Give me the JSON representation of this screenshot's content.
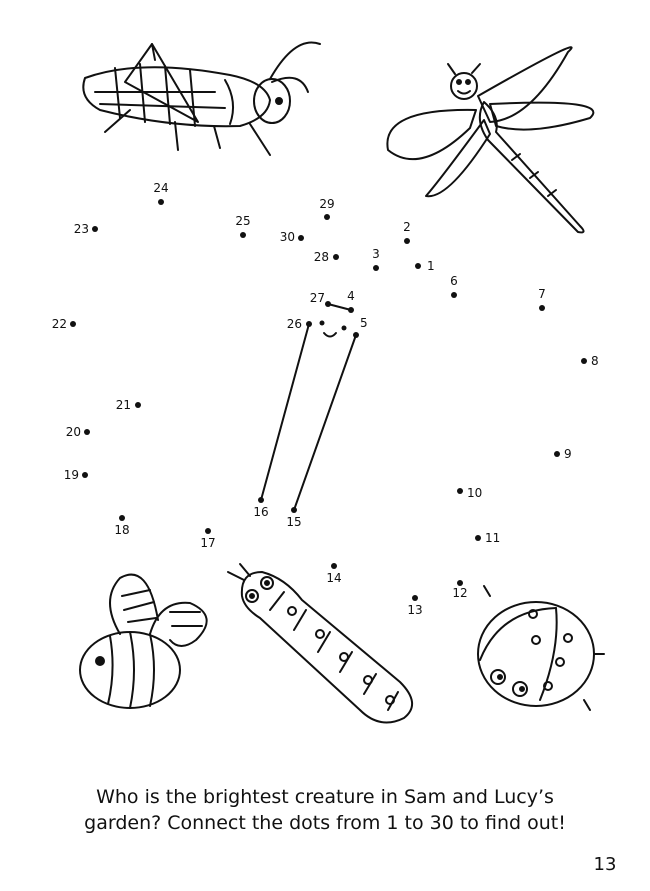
{
  "worksheet": {
    "caption_line1": "Who is the brightest creature in Sam and Lucy’s",
    "caption_line2": "garden? Connect the dots from 1 to 30 to find out!",
    "page_number": "13",
    "dots": [
      "1",
      "2",
      "3",
      "4",
      "5",
      "6",
      "7",
      "8",
      "9",
      "10",
      "11",
      "12",
      "13",
      "14",
      "15",
      "16",
      "17",
      "18",
      "19",
      "20",
      "21",
      "22",
      "23",
      "24",
      "25",
      "26",
      "27",
      "28",
      "29",
      "30"
    ],
    "illustrations": [
      "grasshopper-icon",
      "dragonfly-icon",
      "bee-icon",
      "caterpillar-icon",
      "ladybug-icon"
    ]
  }
}
